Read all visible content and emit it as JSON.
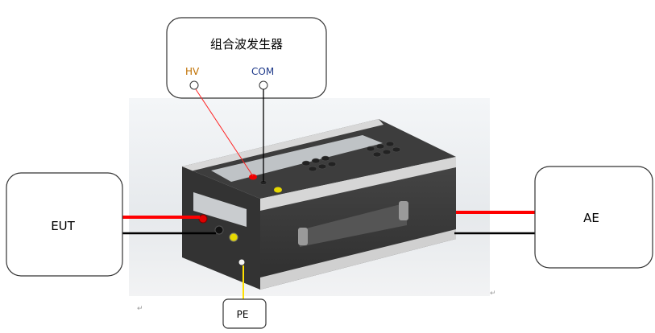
{
  "generator": {
    "title": "组合波发生器",
    "hv_label": "HV",
    "com_label": "COM"
  },
  "eut": {
    "label": "EUT"
  },
  "ae": {
    "label": "AE"
  },
  "pe": {
    "label": "PE"
  },
  "return_mark": "↵",
  "colors": {
    "hv_wire": "#ff0000",
    "com_wire": "#000000",
    "pe_wire": "#ffff00",
    "hv_text": "#c07000",
    "com_text": "#1f3a8a",
    "device_body": "#3a3a3a"
  }
}
